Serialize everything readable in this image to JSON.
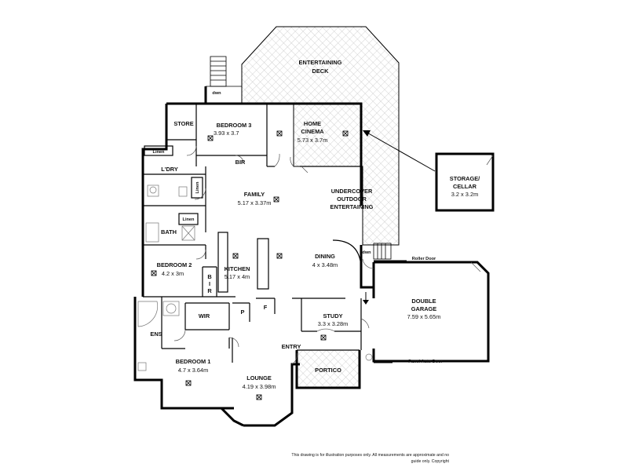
{
  "plan": {
    "rooms": {
      "entertaining_deck": {
        "line1": "ENTERTAINING",
        "line2": "DECK"
      },
      "bedroom3": {
        "name": "BEDROOM 3",
        "dims": "3.93 x 3.7"
      },
      "home_cinema": {
        "line1": "HOME",
        "line2": "CINEMA",
        "dims": "5.73 x 3.7m"
      },
      "store": {
        "name": "STORE"
      },
      "linen_top": {
        "name": "Linen"
      },
      "laundry": {
        "name": "L'DRY"
      },
      "linen_vertical": {
        "name": "Linen"
      },
      "bir_top": {
        "name": "BIR"
      },
      "family": {
        "name": "FAMILY",
        "dims": "5.17 x 3.37m"
      },
      "undercover": {
        "line1": "UNDERCOVER",
        "line2": "OUTDOOR",
        "line3": "ENTERTAINING"
      },
      "linen_bath": {
        "name": "Linen"
      },
      "bath": {
        "name": "BATH"
      },
      "bedroom2": {
        "name": "BEDROOM 2",
        "dims": "4.2 x 3m"
      },
      "kitchen": {
        "name": "KITCHEN",
        "dims": "5.17 x 4m"
      },
      "bir_vertical": {
        "b": "B",
        "i": "I",
        "r": "R"
      },
      "dining": {
        "name": "DINING",
        "dims": "4 x 3.48m"
      },
      "storage_cellar": {
        "line1": "STORAGE/",
        "line2": "CELLAR",
        "dims": "3.2 x 3.2m"
      },
      "double_garage": {
        "line1": "DOUBLE",
        "line2": "GARAGE",
        "dims": "7.59 x 5.65m"
      },
      "wir": {
        "name": "WIR"
      },
      "pantry": {
        "name": "P"
      },
      "fridge": {
        "name": "F"
      },
      "study": {
        "name": "STUDY",
        "dims": "3.3 x 3.28m"
      },
      "ens": {
        "name": "ENS"
      },
      "entry": {
        "name": "ENTRY"
      },
      "bedroom1": {
        "name": "BEDROOM 1",
        "dims": "4.7 x 3.64m"
      },
      "lounge": {
        "name": "LOUNGE",
        "dims": "4.19 x 3.98m"
      },
      "portico": {
        "name": "PORTICO"
      }
    },
    "labels": {
      "dwn_top": "dwn",
      "dwn_deck": "dwn",
      "roller_door": "Roller Door",
      "panel_door": "Panel Auto Door"
    },
    "disclaimer": {
      "line1": "This drawing is for illustration purposes only. All measurements are approximate and no",
      "line2": "guide only. Copyright"
    }
  }
}
